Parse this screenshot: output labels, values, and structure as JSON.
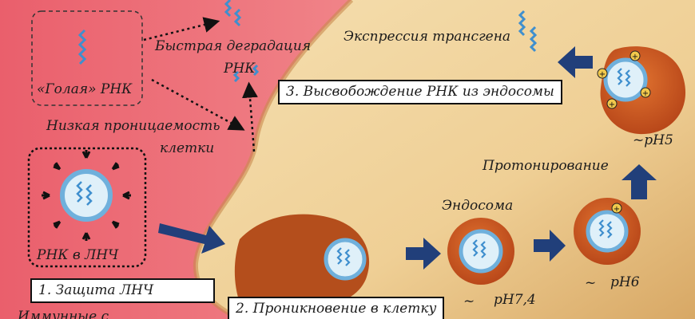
{
  "labels": {
    "naked_rna": "«Голая» РНК",
    "fast_degradation_line1": "Быстрая деградация",
    "fast_degradation_line2": "РНК",
    "low_permeability_line1": "Низкая проницаемость",
    "low_permeability_line2": "клетки",
    "rna_in_lnp": "РНК в ЛНЧ",
    "transgene_expression": "Экспрессия трансгена",
    "protonation": "Протонирование",
    "endosome": "Эндосома",
    "ph5": "~pH5",
    "ph6": "pH6",
    "ph6_tilde": "~",
    "ph74": "pH7,4",
    "ph74_tilde": "~",
    "immune_cut": "Иммунные с"
  },
  "steps": {
    "step1": "1. Защита ЛНЧ",
    "step2": "2. Проникновение в клетку",
    "step3": "3. Высвобождение РНК из эндосомы"
  },
  "colors": {
    "extracellular_red": "#ef6f7a",
    "cytoplasm": "#f2d7a2",
    "endosome_orange": "#c9561e",
    "lnp_blue": "#8fc1e6",
    "rna_blue": "#4a9ad6",
    "arrow_navy": "#213f7a"
  }
}
